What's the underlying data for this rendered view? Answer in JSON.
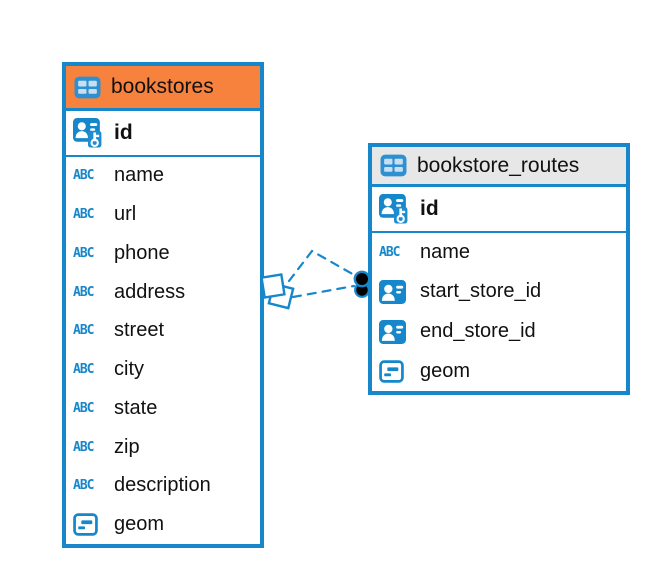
{
  "colors": {
    "accent_blue": "#1587CA",
    "header_orange": "#F6823E",
    "header_gray": "#E7E7E7",
    "icon_cell": "#C9DFF1",
    "text": "#111111",
    "bg": "#FFFFFF"
  },
  "icons": {
    "text_type_glyph": "ABC"
  },
  "tables": [
    {
      "name": "bookstores",
      "header_style": "orange-highlight",
      "primary_key": {
        "label": "id",
        "icon": "primary-key-icon"
      },
      "columns": [
        {
          "label": "name",
          "icon": "text-type-icon"
        },
        {
          "label": "url",
          "icon": "text-type-icon"
        },
        {
          "label": "phone",
          "icon": "text-type-icon"
        },
        {
          "label": "address",
          "icon": "text-type-icon"
        },
        {
          "label": "street",
          "icon": "text-type-icon"
        },
        {
          "label": "city",
          "icon": "text-type-icon"
        },
        {
          "label": "state",
          "icon": "text-type-icon"
        },
        {
          "label": "zip",
          "icon": "text-type-icon"
        },
        {
          "label": "description",
          "icon": "text-type-icon"
        },
        {
          "label": "geom",
          "icon": "geometry-type-icon"
        }
      ]
    },
    {
      "name": "bookstore_routes",
      "header_style": "gray",
      "primary_key": {
        "label": "id",
        "icon": "primary-key-icon"
      },
      "columns": [
        {
          "label": "name",
          "icon": "text-type-icon"
        },
        {
          "label": "start_store_id",
          "icon": "foreign-key-icon"
        },
        {
          "label": "end_store_id",
          "icon": "foreign-key-icon"
        },
        {
          "label": "geom",
          "icon": "geometry-type-icon"
        }
      ]
    }
  ],
  "relationship": {
    "between": [
      "bookstores",
      "bookstore_routes"
    ],
    "lines": 2,
    "line_style": "dashed",
    "marker_at_bookstores": "overlapping-squares",
    "marker_at_bookstore_routes": "stacked-filled-circles"
  }
}
